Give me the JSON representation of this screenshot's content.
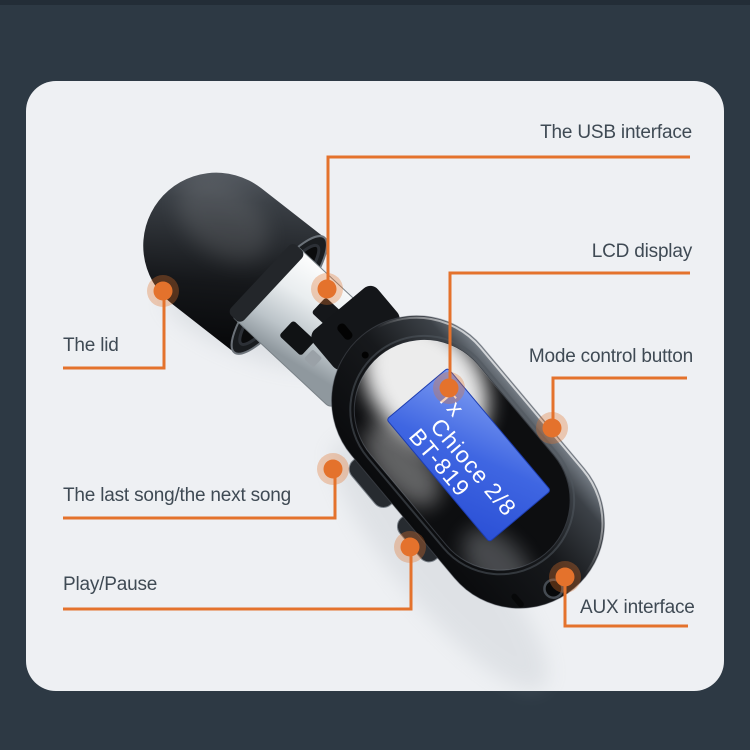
{
  "colors": {
    "bg": "#2d3944",
    "bg-top": "#232d37",
    "card": "#eef0f3",
    "accent": "#e4722c",
    "label": "#3f4a54",
    "lcd-blue": "#3f66e2",
    "lcd-text": "#ffffff"
  },
  "device": {
    "kind": "usb-bluetooth-adapter",
    "lcd": {
      "line1": "Tx",
      "line2_left": "Chioce",
      "line2_right": "2/8",
      "line3": "BT-819"
    }
  },
  "callouts": {
    "usb": {
      "label": "The USB interface"
    },
    "lcd": {
      "label": "LCD display"
    },
    "mode": {
      "label": "Mode control button"
    },
    "lid": {
      "label": "The lid"
    },
    "last_next": {
      "label": "The last song/the next song"
    },
    "play_pause": {
      "label": "Play/Pause"
    },
    "aux": {
      "label": "AUX interface"
    }
  }
}
